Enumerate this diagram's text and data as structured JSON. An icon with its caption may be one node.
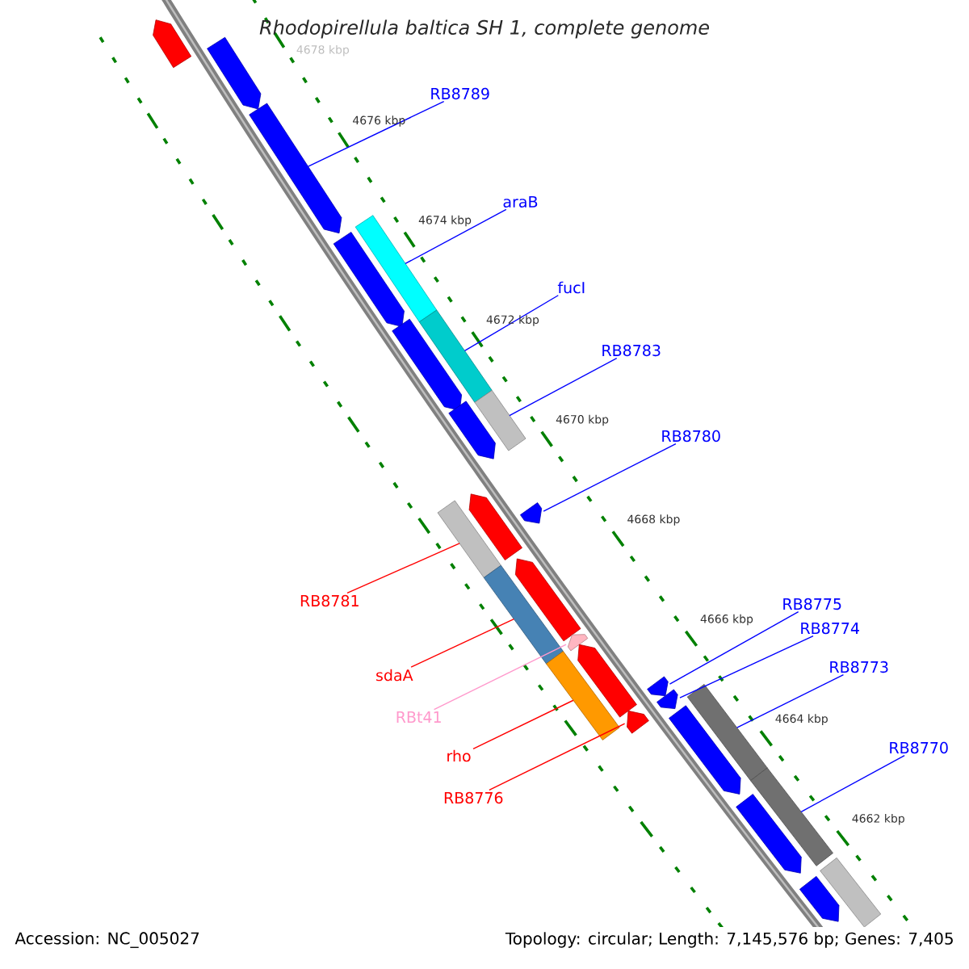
{
  "diagram": {
    "title": "Rhodopirellula baltica SH 1, complete genome",
    "nodes": [
      {
        "text": [
          "RB8789"
        ]
      },
      {
        "text": [
          "araB"
        ]
      },
      {
        "text": [
          "fucI"
        ]
      },
      {
        "text": [
          "RB8783"
        ]
      },
      {
        "text": [
          "RB8780"
        ]
      },
      {
        "text": [
          "RB8775"
        ]
      },
      {
        "text": [
          "RB8774"
        ]
      },
      {
        "text": [
          "RB8773"
        ]
      },
      {
        "text": [
          "RB8770"
        ]
      },
      {
        "text": [
          "RB8781"
        ]
      },
      {
        "text": [
          "sdaA"
        ]
      },
      {
        "text": [
          "RBt41"
        ]
      },
      {
        "text": [
          "rho"
        ]
      },
      {
        "text": [
          "RB8776"
        ]
      },
      {
        "text": [],
        "shape": "pentagon"
      },
      {
        "text": [],
        "shape": "pentagon"
      },
      {
        "text": [],
        "shape": "pentagon"
      },
      {
        "text": [],
        "shape": "bar"
      },
      {
        "text": [],
        "shape": "pentagon"
      },
      {
        "text": [],
        "shape": "pentagon"
      },
      {
        "text": [],
        "shape": "bar"
      },
      {
        "text": [],
        "shape": "pentagon"
      },
      {
        "text": [],
        "shape": "bar"
      },
      {
        "text": [],
        "shape": "bar"
      },
      {
        "text": [],
        "shape": "pentagon"
      },
      {
        "text": [],
        "shape": "pentagon"
      },
      {
        "text": [],
        "shape": "bar"
      },
      {
        "text": [],
        "shape": "pentagon"
      },
      {
        "text": [],
        "shape": "pentagon"
      },
      {
        "text": [],
        "shape": "bar"
      },
      {
        "text": [],
        "shape": "pentagon"
      },
      {
        "text": [],
        "shape": "pentagon"
      },
      {
        "text": [],
        "shape": "pentagon"
      },
      {
        "text": [],
        "shape": "pentagon"
      },
      {
        "text": [],
        "shape": "bar"
      },
      {
        "text": [],
        "shape": "pentagon"
      },
      {
        "text": [],
        "shape": "bar"
      },
      {
        "text": [],
        "shape": "pentagon"
      },
      {
        "text": [],
        "shape": "pentagon"
      },
      {
        "text": [],
        "shape": "bar"
      }
    ],
    "edges": [
      {
        "from": 0,
        "to": 16,
        "arrow": "none"
      },
      {
        "from": 1,
        "to": 17,
        "arrow": "none"
      },
      {
        "from": 2,
        "to": 20,
        "arrow": "none"
      },
      {
        "from": 3,
        "to": 22,
        "arrow": "none"
      },
      {
        "from": 4,
        "to": 25,
        "arrow": "none"
      },
      {
        "from": 5,
        "to": 32,
        "arrow": "none"
      },
      {
        "from": 6,
        "to": 33,
        "arrow": "none"
      },
      {
        "from": 7,
        "to": 34,
        "arrow": "none"
      },
      {
        "from": 8,
        "to": 36,
        "arrow": "none"
      },
      {
        "from": 9,
        "to": 23,
        "arrow": "none",
        "color": "#ff0000"
      },
      {
        "from": 10,
        "to": 26,
        "arrow": "none",
        "color": "#ff0000"
      },
      {
        "from": 11,
        "to": 28,
        "arrow": "none",
        "color": "#ff99cc"
      },
      {
        "from": 12,
        "to": 29,
        "arrow": "none",
        "color": "#ff0000"
      },
      {
        "from": 13,
        "to": 31,
        "arrow": "none",
        "color": "#ff0000"
      }
    ],
    "labels": [
      "4678 kbp",
      "4676 kbp",
      "4674 kbp",
      "4672 kbp",
      "4670 kbp",
      "4668 kbp",
      "4666 kbp",
      "4664 kbp",
      "4662 kbp",
      "Accession: NC_005027",
      "Topology: circular; Length: 7,145,576 bp; Genes: 7,405"
    ]
  }
}
